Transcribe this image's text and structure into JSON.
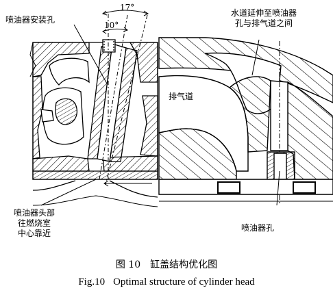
{
  "labels": {
    "injector_hole_top": "喷油器安装孔",
    "angle_large": "17°",
    "angle_small": "10°",
    "water_channel": [
      "水道延伸至喷油器",
      "孔与排气道之间"
    ],
    "exhaust_port": "排气道",
    "injector_tip": [
      "喷油器头部",
      "往燃烧室",
      "中心靠近"
    ],
    "injector_hole_bottom": "喷油器孔"
  },
  "caption": {
    "cn_number": "图 10",
    "cn_title": "缸盖结构优化图",
    "en_number": "Fig.10",
    "en_title": "Optimal structure of cylinder head"
  }
}
